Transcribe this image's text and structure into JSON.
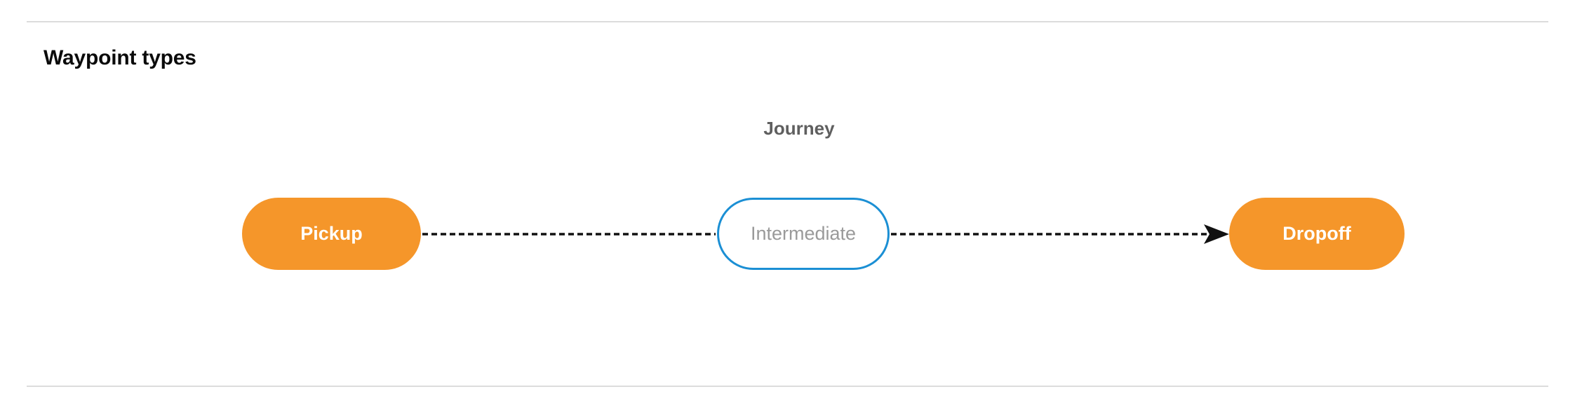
{
  "section": {
    "title": "Waypoint types"
  },
  "diagram": {
    "group_label": "Journey",
    "nodes": [
      {
        "id": "pickup",
        "label": "Pickup",
        "style": "filled",
        "fill": "#f5962a",
        "text_color": "#ffffff"
      },
      {
        "id": "intermediate",
        "label": "Intermediate",
        "style": "outlined",
        "fill": "#ffffff",
        "border_color": "#1b8fd4",
        "text_color": "#9a9a9a"
      },
      {
        "id": "dropoff",
        "label": "Dropoff",
        "style": "filled",
        "fill": "#f5962a",
        "text_color": "#ffffff"
      }
    ],
    "edges": [
      {
        "id": "pickup-to-intermediate",
        "from": "pickup",
        "to": "intermediate",
        "line": "dashed",
        "arrowhead": false,
        "color": "#111111"
      },
      {
        "id": "intermediate-to-dropoff",
        "from": "intermediate",
        "to": "dropoff",
        "line": "dashed",
        "arrowhead": true,
        "color": "#111111"
      }
    ]
  },
  "theme": {
    "divider_color": "#dcdcdc",
    "background": "#ffffff",
    "title_color": "#0b0b0b",
    "group_label_color": "#5f5f5f"
  }
}
